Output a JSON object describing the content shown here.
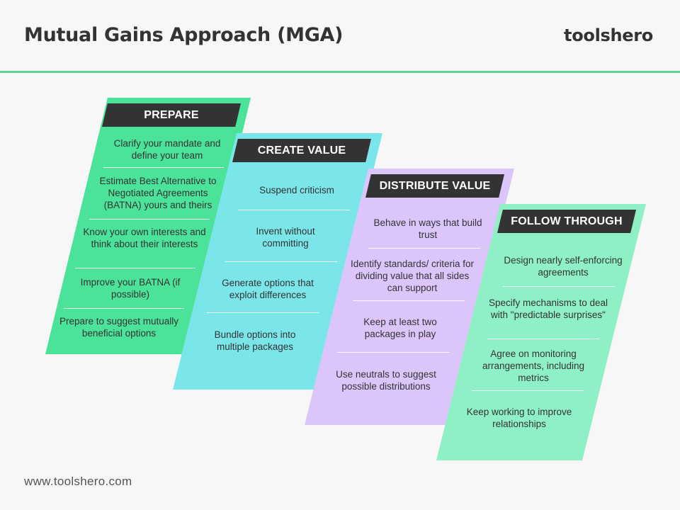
{
  "header": {
    "title": "Mutual Gains Approach (MGA)",
    "brand": "toolshero"
  },
  "footer": {
    "url": "www.toolshero.com"
  },
  "colors": {
    "prepare": "#4be39a",
    "create_value": "#7ae6ea",
    "distribute_value": "#dcc5fa",
    "follow_through": "#8ff0c6",
    "label_bg": "#333333",
    "accent_line": "#5fd08e"
  },
  "stages": [
    {
      "label": "PREPARE",
      "items": [
        "Clarify your mandate and define your team",
        "Estimate Best Alternative to Negotiated Agreements (BATNA) yours and theirs",
        "Know your own interests and think about their interests",
        "Improve your BATNA (if possible)",
        "Prepare to suggest mutually beneficial options"
      ]
    },
    {
      "label": "CREATE VALUE",
      "items": [
        "Suspend criticism",
        "Invent without committing",
        "Generate options that exploit differences",
        "Bundle options into multiple packages"
      ]
    },
    {
      "label": "DISTRIBUTE VALUE",
      "items": [
        "Behave in ways that build trust",
        "Identify standards/ criteria for dividing value that all sides can support",
        "Keep at least two packages in play",
        "Use neutrals to suggest possible distributions"
      ]
    },
    {
      "label": "FOLLOW THROUGH",
      "items": [
        "Design nearly self-enforcing agreements",
        "Specify mechanisms to deal with \"predictable surprises\"",
        "Agree on monitoring arrangements, including metrics",
        "Keep working to improve relationships"
      ]
    }
  ]
}
